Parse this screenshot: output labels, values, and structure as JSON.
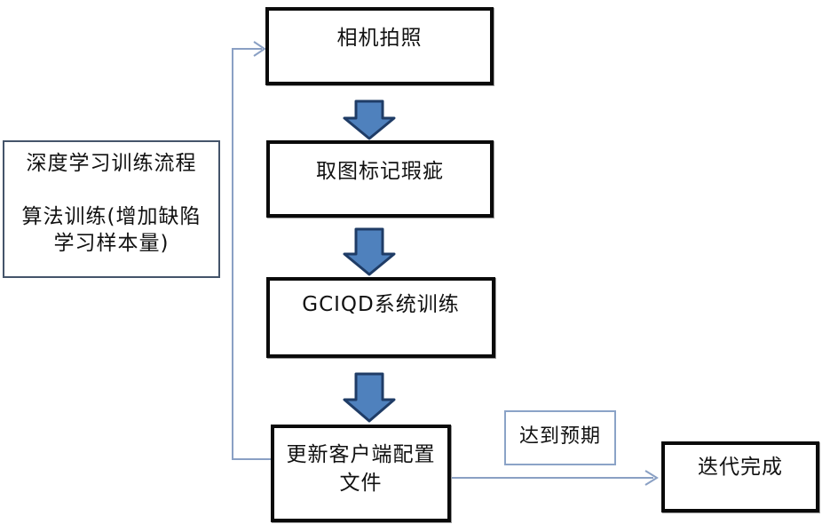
{
  "diagram": {
    "nodes": {
      "camera": {
        "label": "相机拍照"
      },
      "mark": {
        "label": "取图标记瑕疵"
      },
      "gciqd": {
        "label": "GCIQD系统训练"
      },
      "update": {
        "label": "更新客户端配置文件"
      },
      "done": {
        "label": "迭代完成"
      }
    },
    "note": {
      "line1": "深度学习训练流程",
      "line2": "算法训练(增加缺陷",
      "line3": "学习样本量)"
    },
    "edge_label_expected": "达到预期",
    "colors": {
      "block_arrow_fill": "#4f81bd",
      "block_arrow_stroke": "#1f3c66",
      "connector_stroke": "#8aa0c4",
      "note_border": "#44546a",
      "label_border": "#8ba3c7",
      "box_border": "#0a0a0a"
    }
  }
}
